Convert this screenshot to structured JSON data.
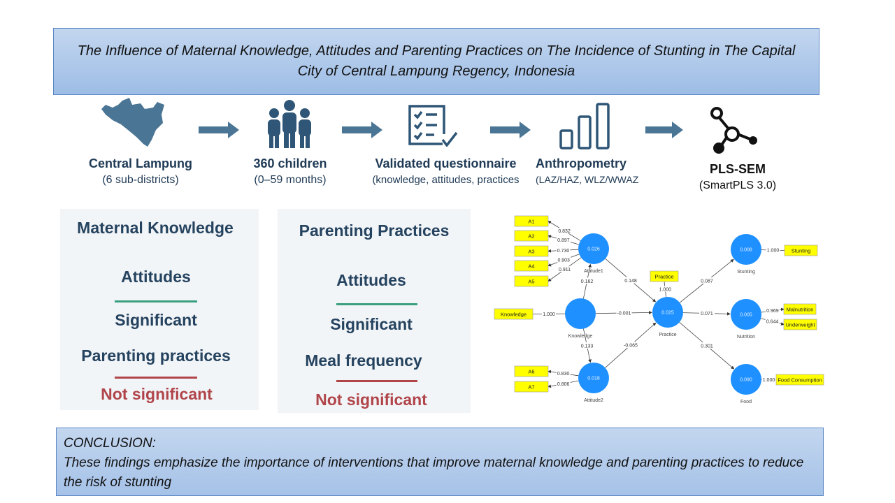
{
  "title": "The Influence of Maternal Knowledge, Attitudes and Parenting Practices on The Incidence of Stunting in The Capital City of Central Lampung Regency, Indonesia",
  "steps": [
    {
      "icon": "map-icon",
      "line1": "Central Lampung",
      "line2": "(6 sub-districts)"
    },
    {
      "icon": "people-icon",
      "line1": "360 children",
      "line2": "(0–59 months)"
    },
    {
      "icon": "checklist-icon",
      "line1": "Validated questionnaire",
      "line2": "(knowledge, attitudes, practices"
    },
    {
      "icon": "bar-chart-icon",
      "line1": "Anthropometry",
      "line2": "(LAZ/HAZ, WLZ/WWAZ"
    },
    {
      "icon": "network-icon",
      "line1": "PLS-SEM",
      "line2": "(SmartPLS 3.0)"
    }
  ],
  "panels": [
    {
      "heading": "Maternal Knowledge",
      "item1": "Attitudes",
      "result1": "Significant",
      "item2": "Parenting practices",
      "result2": "Not significant"
    },
    {
      "heading": "Parenting Practices",
      "item1": "Attitudes",
      "result1": "Significant",
      "item2": "Meal frequency",
      "result2": "Not significant"
    }
  ],
  "colors": {
    "significant": "#3a9f7c",
    "not_significant": "#b0454a",
    "node": "#1e90ff",
    "indicator": "#ffff00"
  },
  "sem": {
    "nodes": [
      {
        "id": "Attitude1",
        "label": "Attitude1",
        "r2": "0.026"
      },
      {
        "id": "Knowledge",
        "label": "Knowledge",
        "r2": ""
      },
      {
        "id": "Attitude2",
        "label": "Attitude2",
        "r2": "0.018"
      },
      {
        "id": "Practice",
        "label": "Practice",
        "r2": "0.025"
      },
      {
        "id": "Stunting",
        "label": "Stunting",
        "r2": "0.008"
      },
      {
        "id": "Nutrition",
        "label": "Nutrition",
        "r2": "0.005"
      },
      {
        "id": "Food",
        "label": "Food",
        "r2": "0.090"
      }
    ],
    "indicators": [
      {
        "id": "A1",
        "label": "A1",
        "node": "Attitude1",
        "loading": "0.832"
      },
      {
        "id": "A2",
        "label": "A2",
        "node": "Attitude1",
        "loading": "0.897"
      },
      {
        "id": "A3",
        "label": "A3",
        "node": "Attitude1",
        "loading": "0.730"
      },
      {
        "id": "A4",
        "label": "A4",
        "node": "Attitude1",
        "loading": "0.903"
      },
      {
        "id": "A5",
        "label": "A5",
        "node": "Attitude1",
        "loading": "0.911"
      },
      {
        "id": "K",
        "label": "Knowledge",
        "node": "Knowledge",
        "loading": "1.000"
      },
      {
        "id": "P",
        "label": "Practice",
        "node": "Practice",
        "loading": "1.000"
      },
      {
        "id": "A6",
        "label": "A6",
        "node": "Attitude2",
        "loading": "0.830"
      },
      {
        "id": "A7",
        "label": "A7",
        "node": "Attitude2",
        "loading": "0.806"
      },
      {
        "id": "S",
        "label": "Stunting",
        "node": "Stunting",
        "loading": "1.000"
      },
      {
        "id": "M",
        "label": "Malnutrition",
        "node": "Nutrition",
        "loading": "0.969"
      },
      {
        "id": "U",
        "label": "Underweight",
        "node": "Nutrition",
        "loading": "0.644"
      },
      {
        "id": "F",
        "label": "Food Consumption",
        "node": "Food",
        "loading": "1.000"
      }
    ],
    "paths": [
      {
        "from": "Knowledge",
        "to": "Attitude1",
        "coef": "0.162"
      },
      {
        "from": "Knowledge",
        "to": "Practice",
        "coef": "-0.001"
      },
      {
        "from": "Knowledge",
        "to": "Attitude2",
        "coef": "0.133"
      },
      {
        "from": "Attitude1",
        "to": "Practice",
        "coef": "0.148"
      },
      {
        "from": "Attitude2",
        "to": "Practice",
        "coef": "-0.065"
      },
      {
        "from": "Practice",
        "to": "Stunting",
        "coef": "0.087"
      },
      {
        "from": "Practice",
        "to": "Nutrition",
        "coef": "0.071"
      },
      {
        "from": "Practice",
        "to": "Food",
        "coef": "0.301"
      }
    ]
  },
  "conclusion": {
    "label": "CONCLUSION:",
    "text": "These findings emphasize the importance of interventions that improve maternal knowledge and parenting practices to reduce the risk of stunting"
  }
}
